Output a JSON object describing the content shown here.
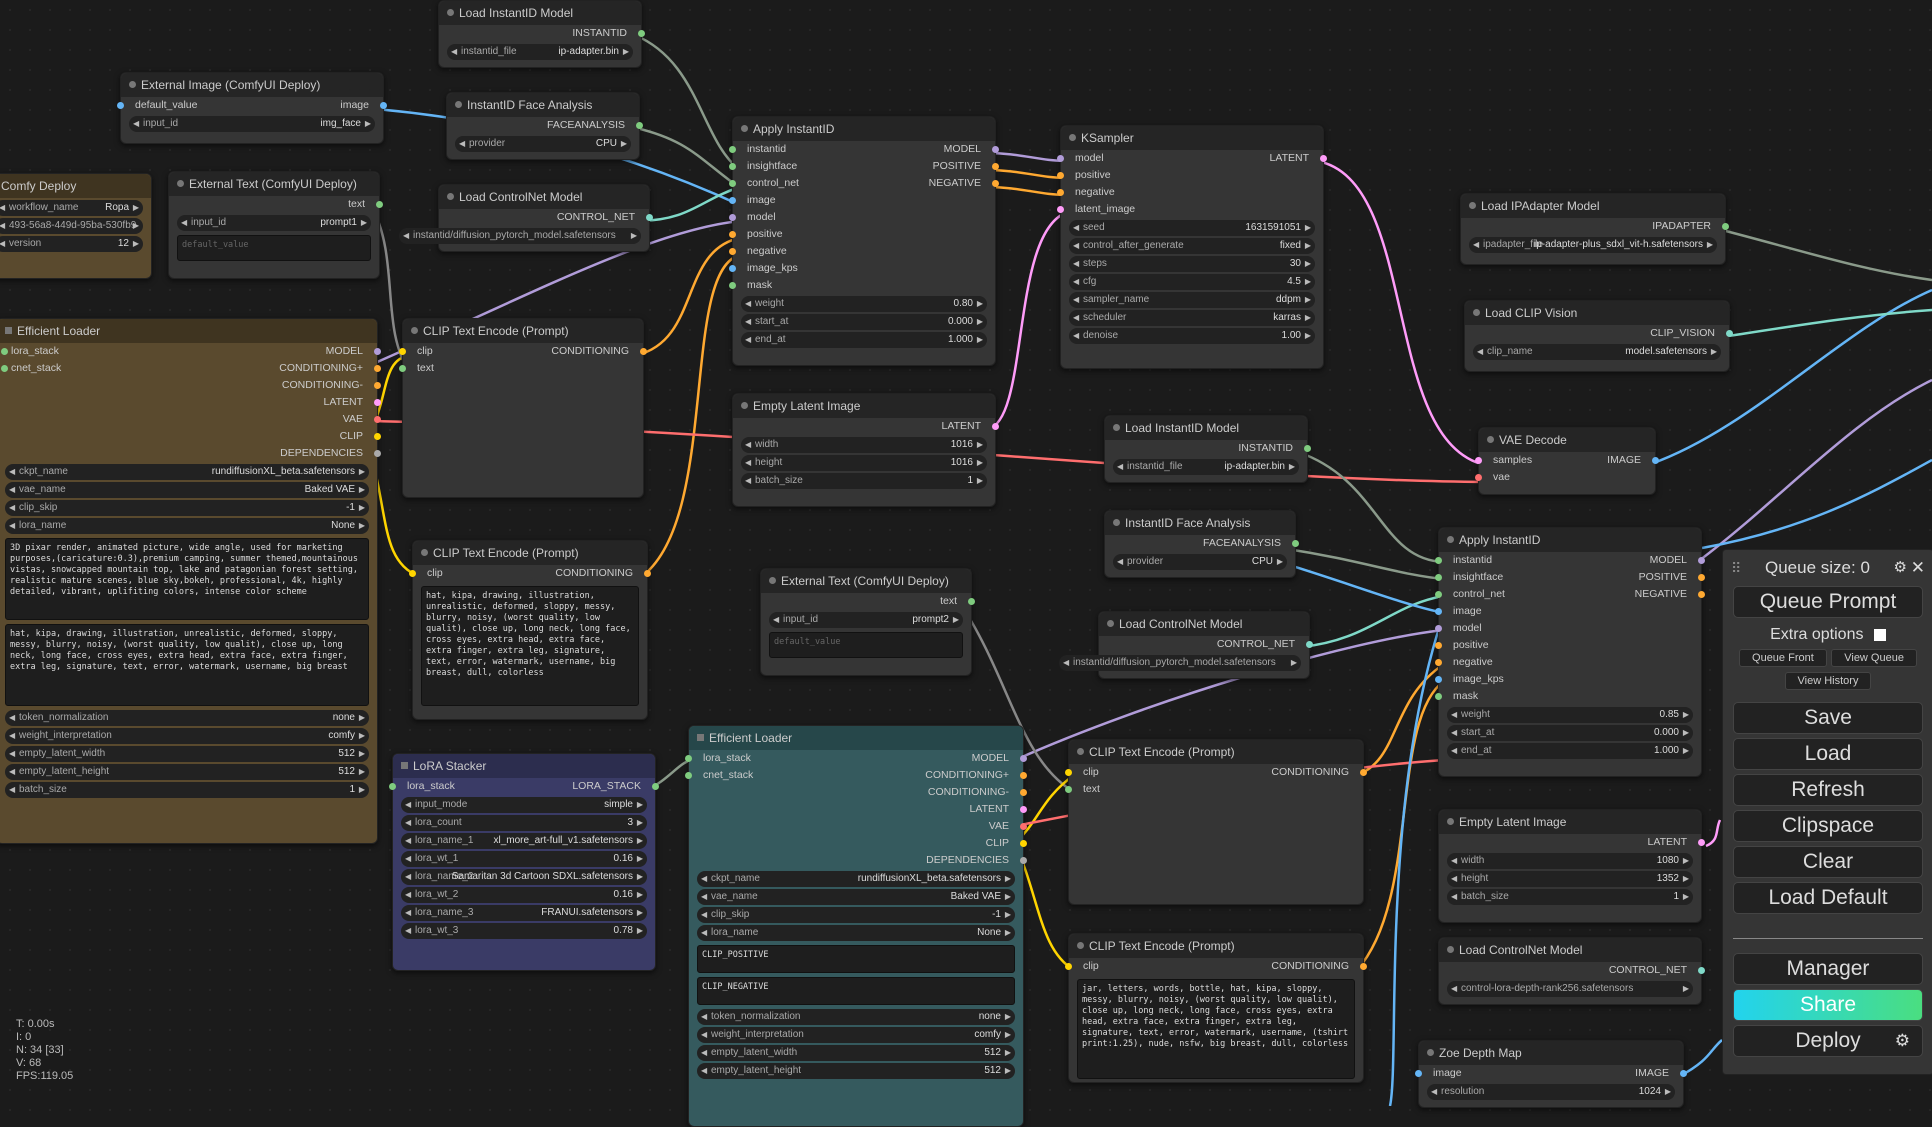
{
  "colors": {
    "model": "#b19cd9",
    "conditioning": "#ffa931",
    "latent": "#ff9cf9",
    "clip": "#ffd500",
    "vae": "#ff6e6e",
    "image": "#64b5f6",
    "green": "#7fcc7f",
    "teal": "#7fd9c8"
  },
  "nodes": {
    "load_instantid_1": {
      "title": "Load InstantID Model",
      "out": "INSTANTID",
      "w_name": "instantid_file",
      "w_value": "ip-adapter.bin"
    },
    "external_image": {
      "title": "External Image (ComfyUI Deploy)",
      "in": "default_value",
      "out": "image",
      "w_name": "input_id",
      "w_value": "img_face"
    },
    "face_analysis_1": {
      "title": "InstantID Face Analysis",
      "out": "FACEANALYSIS",
      "w_name": "provider",
      "w_value": "CPU"
    },
    "comfy_deploy": {
      "title": "Comfy Deploy",
      "w1_name": "workflow_name",
      "w1_value": "Ropa",
      "w2_value": "493-56a8-449d-95ba-530fb9",
      "w3_name": "version",
      "w3_value": "12"
    },
    "external_text_1": {
      "title": "External Text (ComfyUI Deploy)",
      "out": "text",
      "w_name": "input_id",
      "w_value": "prompt1",
      "ph": "default_value"
    },
    "controlnet_1": {
      "title": "Load ControlNet Model",
      "out": "CONTROL_NET",
      "w_value": "instantid/diffusion_pytorch_model.safetensors"
    },
    "apply_instantid_1": {
      "title": "Apply InstantID",
      "inputs": [
        "instantid",
        "insightface",
        "control_net",
        "image",
        "model",
        "positive",
        "negative",
        "image_kps",
        "mask"
      ],
      "outputs": [
        "MODEL",
        "POSITIVE",
        "NEGATIVE"
      ],
      "widgets": [
        [
          "weight",
          "0.80"
        ],
        [
          "start_at",
          "0.000"
        ],
        [
          "end_at",
          "1.000"
        ]
      ]
    },
    "ksampler": {
      "title": "KSampler",
      "inputs": [
        "model",
        "positive",
        "negative",
        "latent_image"
      ],
      "out": "LATENT",
      "widgets": [
        [
          "seed",
          "1631591051"
        ],
        [
          "control_after_generate",
          "fixed"
        ],
        [
          "steps",
          "30"
        ],
        [
          "cfg",
          "4.5"
        ],
        [
          "sampler_name",
          "ddpm"
        ],
        [
          "scheduler",
          "karras"
        ],
        [
          "denoise",
          "1.00"
        ]
      ]
    },
    "ipadapter": {
      "title": "Load IPAdapter Model",
      "out": "IPADAPTER",
      "w_name": "ipadapter_file",
      "w_value": "ip-adapter-plus_sdxl_vit-h.safetensors"
    },
    "clip_vision": {
      "title": "Load CLIP Vision",
      "out": "CLIP_VISION",
      "w_name": "clip_name",
      "w_value": "model.safetensors"
    },
    "efficient_loader_1": {
      "title": "Efficient Loader",
      "inputs": [
        "lora_stack",
        "cnet_stack"
      ],
      "outputs": [
        "MODEL",
        "CONDITIONING+",
        "CONDITIONING-",
        "LATENT",
        "VAE",
        "CLIP",
        "DEPENDENCIES"
      ],
      "widgets": [
        [
          "ckpt_name",
          "rundiffusionXL_beta.safetensors"
        ],
        [
          "vae_name",
          "Baked VAE"
        ],
        [
          "clip_skip",
          "-1"
        ],
        [
          "lora_name",
          "None"
        ]
      ],
      "pos": "3D pixar render, animated picture, wide angle, used for marketing purposes,(caricature:0.3),premium camping, summer themed,mountainous vistas, snowcapped mountain top, lake and patagonian forest setting, realistic mature scenes, blue sky,bokeh, professional, 4k, highly detailed, vibrant, uplifiting colors, intense color scheme",
      "neg": "hat, kipa, drawing, illustration, unrealistic, deformed, sloppy, messy, blurry, noisy, (worst quality, low qualit), close up, long neck, long face, cross eyes, extra head, extra face, extra finger, extra leg, signature, text, error, watermark, username, big breast",
      "widgets2": [
        [
          "token_normalization",
          "none"
        ],
        [
          "weight_interpretation",
          "comfy"
        ],
        [
          "empty_latent_width",
          "512"
        ],
        [
          "empty_latent_height",
          "512"
        ],
        [
          "batch_size",
          "1"
        ]
      ]
    },
    "clip_encode_1": {
      "title": "CLIP Text Encode (Prompt)",
      "inputs": [
        "clip",
        "text"
      ],
      "out": "CONDITIONING"
    },
    "empty_latent_1": {
      "title": "Empty Latent Image",
      "out": "LATENT",
      "widgets": [
        [
          "width",
          "1016"
        ],
        [
          "height",
          "1016"
        ],
        [
          "batch_size",
          "1"
        ]
      ]
    },
    "load_instantid_2": {
      "title": "Load InstantID Model",
      "out": "INSTANTID",
      "w_name": "instantid_file",
      "w_value": "ip-adapter.bin"
    },
    "vae_decode": {
      "title": "VAE Decode",
      "inputs": [
        "samples",
        "vae"
      ],
      "out": "IMAGE"
    },
    "clip_encode_2": {
      "title": "CLIP Text Encode (Prompt)",
      "in": "clip",
      "out": "CONDITIONING",
      "text": "hat, kipa, drawing, illustration, unrealistic, deformed, sloppy, messy, blurry, noisy, (worst quality, low qualit), close up, long neck, long face, cross eyes, extra head, extra face, extra finger, extra leg, signature, text, error, watermark, username, big breast, dull, colorless"
    },
    "face_analysis_2": {
      "title": "InstantID Face Analysis",
      "out": "FACEANALYSIS",
      "w_name": "provider",
      "w_value": "CPU"
    },
    "external_text_2": {
      "title": "External Text (ComfyUI Deploy)",
      "out": "text",
      "w_name": "input_id",
      "w_value": "prompt2",
      "ph": "default_value"
    },
    "controlnet_2": {
      "title": "Load ControlNet Model",
      "out": "CONTROL_NET",
      "w_value": "instantid/diffusion_pytorch_model.safetensors"
    },
    "apply_instantid_2": {
      "title": "Apply InstantID",
      "inputs": [
        "instantid",
        "insightface",
        "control_net",
        "image",
        "model",
        "positive",
        "negative",
        "image_kps",
        "mask"
      ],
      "outputs": [
        "MODEL",
        "POSITIVE",
        "NEGATIVE"
      ],
      "widgets": [
        [
          "weight",
          "0.85"
        ],
        [
          "start_at",
          "0.000"
        ],
        [
          "end_at",
          "1.000"
        ]
      ]
    },
    "lora_stacker": {
      "title": "LoRA Stacker",
      "out": "LORA_STACK",
      "in": "lora_stack",
      "widgets": [
        [
          "input_mode",
          "simple"
        ],
        [
          "lora_count",
          "3"
        ],
        [
          "lora_name_1",
          "xl_more_art-full_v1.safetensors"
        ],
        [
          "lora_wt_1",
          "0.16"
        ],
        [
          "lora_name_2",
          "Samaritan 3d Cartoon SDXL.safetensors"
        ],
        [
          "lora_wt_2",
          "0.16"
        ],
        [
          "lora_name_3",
          "FRANUI.safetensors"
        ],
        [
          "lora_wt_3",
          "0.78"
        ]
      ]
    },
    "efficient_loader_2": {
      "title": "Efficient Loader",
      "inputs": [
        "lora_stack",
        "cnet_stack"
      ],
      "outputs": [
        "MODEL",
        "CONDITIONING+",
        "CONDITIONING-",
        "LATENT",
        "VAE",
        "CLIP",
        "DEPENDENCIES"
      ],
      "widgets": [
        [
          "ckpt_name",
          "rundiffusionXL_beta.safetensors"
        ],
        [
          "vae_name",
          "Baked VAE"
        ],
        [
          "clip_skip",
          "-1"
        ],
        [
          "lora_name",
          "None"
        ]
      ],
      "pos": "CLIP_POSITIVE",
      "neg": "CLIP_NEGATIVE",
      "widgets2": [
        [
          "token_normalization",
          "none"
        ],
        [
          "weight_interpretation",
          "comfy"
        ],
        [
          "empty_latent_width",
          "512"
        ],
        [
          "empty_latent_height",
          "512"
        ]
      ]
    },
    "clip_encode_3": {
      "title": "CLIP Text Encode (Prompt)",
      "inputs": [
        "clip",
        "text"
      ],
      "out": "CONDITIONING"
    },
    "empty_latent_2": {
      "title": "Empty Latent Image",
      "out": "LATENT",
      "widgets": [
        [
          "width",
          "1080"
        ],
        [
          "height",
          "1352"
        ],
        [
          "batch_size",
          "1"
        ]
      ]
    },
    "clip_encode_4": {
      "title": "CLIP Text Encode (Prompt)",
      "in": "clip",
      "out": "CONDITIONING",
      "text": "jar, letters, words, bottle, hat, kipa, sloppy, messy, blurry, noisy, (worst quality, low qualit), close up, long neck, long face, cross eyes, extra head, extra face, extra finger, extra leg, signature, text, error, watermark, username, (tshirt print:1.25), nude, nsfw, big breast, dull, colorless"
    },
    "controlnet_3": {
      "title": "Load ControlNet Model",
      "out": "CONTROL_NET",
      "w_value": "control-lora-depth-rank256.safetensors"
    },
    "zoe_depth": {
      "title": "Zoe Depth Map",
      "in": "image",
      "out": "IMAGE",
      "w_name": "resolution",
      "w_value": "1024"
    }
  },
  "queue": {
    "title": "Queue size: 0",
    "queue_prompt": "Queue Prompt",
    "extra_options": "Extra options",
    "queue_front": "Queue Front",
    "view_queue": "View Queue",
    "view_history": "View History",
    "save": "Save",
    "load": "Load",
    "refresh": "Refresh",
    "clipspace": "Clipspace",
    "clear": "Clear",
    "load_default": "Load Default",
    "manager": "Manager",
    "share": "Share",
    "deploy": "Deploy"
  },
  "stats": {
    "t": "T: 0.00s",
    "i": "I: 0",
    "n": "N: 34 [33]",
    "v": "V: 68",
    "fps": "FPS:119.05"
  }
}
